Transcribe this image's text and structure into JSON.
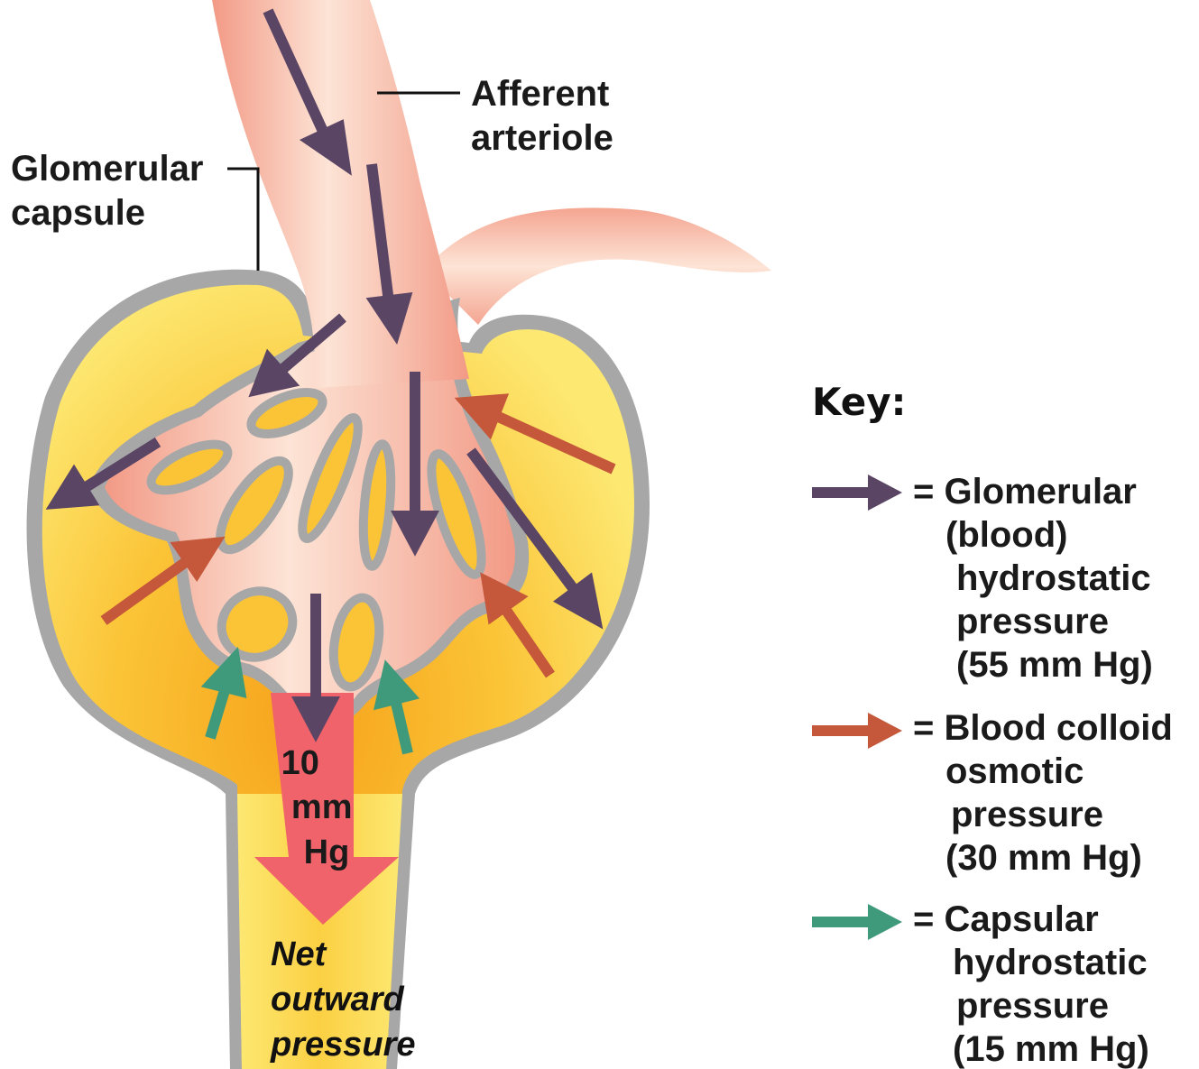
{
  "labels": {
    "afferent": [
      "Afferent",
      "arteriole"
    ],
    "capsule": [
      "Glomerular",
      "capsule"
    ],
    "net_value": [
      "10",
      "mm",
      "Hg"
    ],
    "net_caption": [
      "Net",
      "outward",
      "pressure"
    ]
  },
  "key": {
    "title": "Key:",
    "entries": [
      {
        "color": "#5a4565",
        "lines": [
          "= Glomerular",
          "(blood)",
          "hydrostatic",
          "pressure",
          "(55 mm Hg)"
        ]
      },
      {
        "color": "#c5573a",
        "lines": [
          "= Blood colloid",
          "osmotic",
          "pressure",
          "(30 mm Hg)"
        ]
      },
      {
        "color": "#3f9a7c",
        "lines": [
          "= Capsular",
          "hydrostatic",
          "pressure",
          "(15 mm Hg)"
        ]
      }
    ]
  },
  "colors": {
    "capsule_wall": "#a7a7a7",
    "capsular_space": "#fde26a",
    "capillary": "#f8c3ad",
    "net_arrow": "#f0636a"
  }
}
